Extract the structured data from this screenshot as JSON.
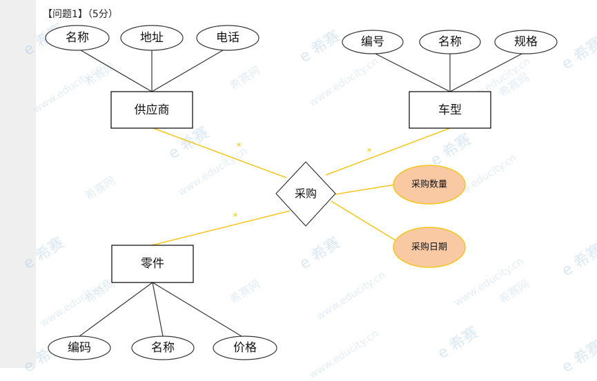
{
  "header": {
    "title": "【问题1】（5分）"
  },
  "entities": {
    "supplier": "供应商",
    "car_model": "车型",
    "part": "零件"
  },
  "relationship": {
    "purchase": "采购"
  },
  "attributes": {
    "supplier_name": "名称",
    "supplier_address": "地址",
    "supplier_phone": "电话",
    "car_code": "编号",
    "car_name": "名称",
    "car_spec": "规格",
    "part_code": "编码",
    "part_name": "名称",
    "part_price": "价格",
    "purchase_quantity": "采购数量",
    "purchase_date": "采购日期"
  },
  "cardinality": {
    "mark": "*"
  },
  "watermark": {
    "url": "www.educity.cn",
    "brand": "希赛",
    "cn": "希赛网"
  },
  "colors": {
    "entity_stroke": "#000000",
    "line_black": "#333333",
    "line_yellow": "#f5c518",
    "attr_highlight_fill": "#f9c9a4",
    "attr_highlight_stroke": "#f5c518"
  }
}
